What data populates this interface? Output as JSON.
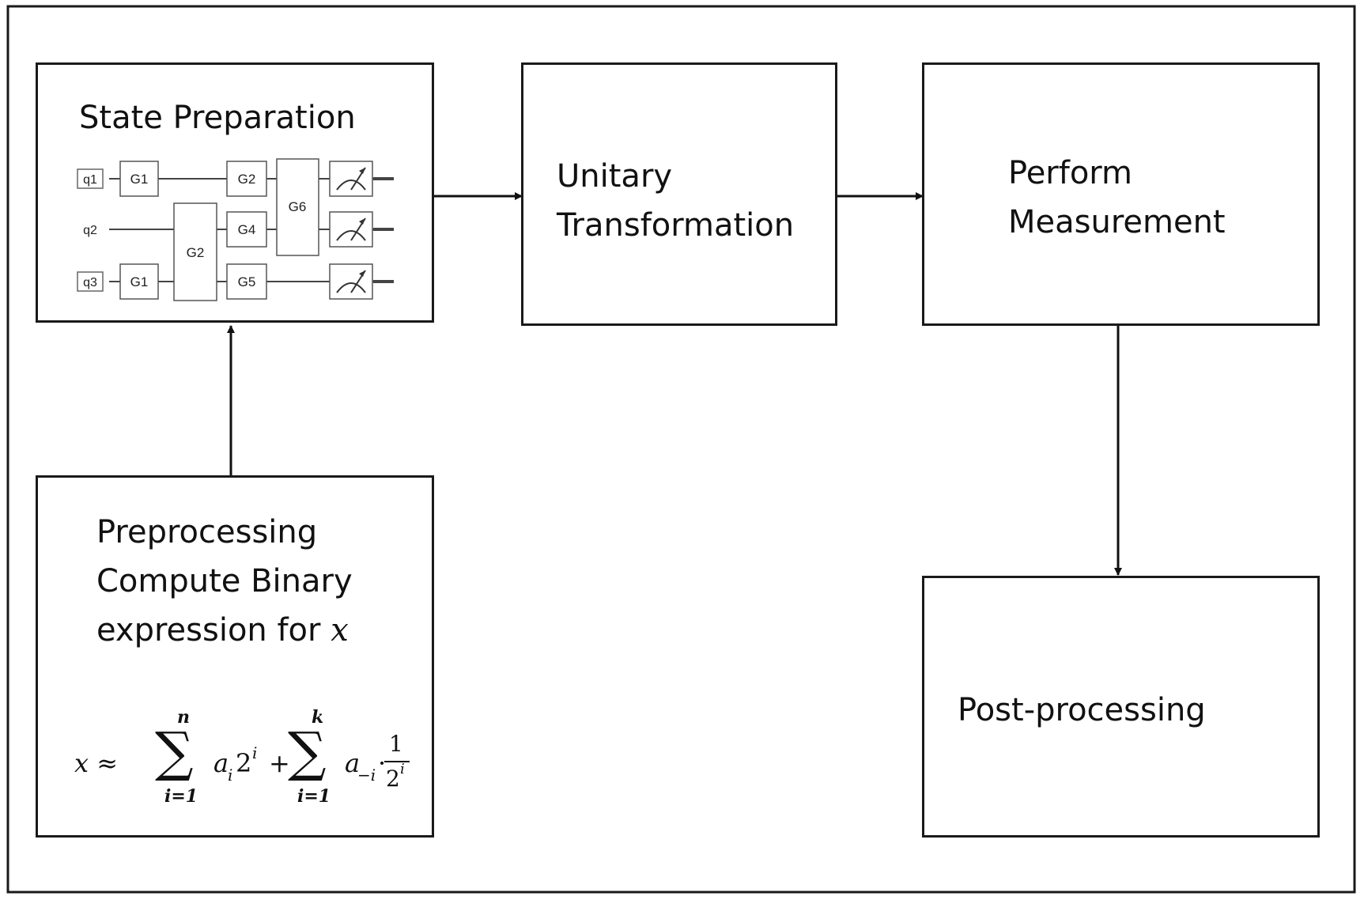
{
  "boxes": {
    "state_prep": {
      "title": "State Preparation"
    },
    "unitary": {
      "line1": "Unitary",
      "line2": "Transformation"
    },
    "measure": {
      "line1": "Perform",
      "line2": "Measurement"
    },
    "preprocess": {
      "line1": "Preprocessing",
      "line2": "Compute Binary",
      "line3": "expression for",
      "var": "x"
    },
    "postprocess": {
      "label": "Post-processing"
    }
  },
  "circuit": {
    "qubits": [
      "q1",
      "q2",
      "q3"
    ],
    "gates": {
      "g1_top": "G1",
      "g2_top": "G2",
      "g2_tall": "G2",
      "g4": "G4",
      "g6": "G6",
      "g1_bottom": "G1",
      "g5": "G5"
    }
  },
  "formula": {
    "lhs": "x ≈",
    "sum1_upper": "n",
    "sum1_lower": "i=1",
    "term1_base": "a",
    "term1_sub": "i",
    "term1_pow": "2",
    "term1_exp": "i",
    "plus": "+",
    "sum2_upper": "k",
    "sum2_lower": "i=1",
    "term2_base": "a",
    "term2_sub": "−i",
    "dot": "·",
    "frac_num": "1",
    "frac_den": "2",
    "frac_exp": "i",
    "sigma": "∑"
  }
}
